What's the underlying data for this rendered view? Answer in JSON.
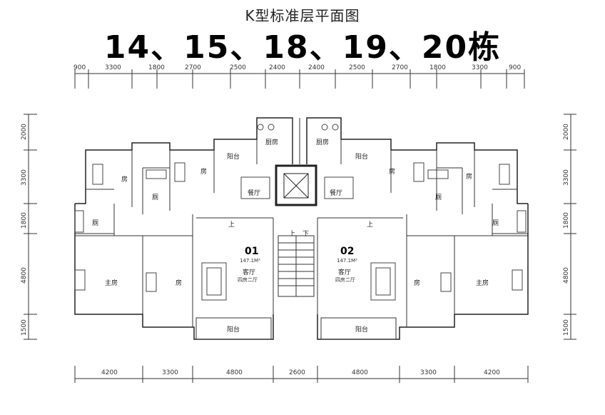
{
  "header": {
    "subtitle": "K型标准层平面图",
    "title": "14、15、18、19、20栋"
  },
  "dimensions": {
    "top": [
      "900",
      "3300",
      "1800",
      "2700",
      "2500",
      "2400",
      "2400",
      "2500",
      "2700",
      "1800",
      "3300",
      "900"
    ],
    "bottom": [
      "4200",
      "3300",
      "4800",
      "2600",
      "4800",
      "3300",
      "4200"
    ],
    "left": [
      "2000",
      "3300",
      "1800",
      "4800",
      "1500"
    ],
    "right": [
      "2000",
      "3300",
      "1800",
      "4800",
      "1500"
    ]
  },
  "rooms": {
    "kitchen_left": "厨房",
    "kitchen_right": "厨房",
    "balcony_left_top": "阳台",
    "balcony_right_top": "阳台",
    "bed_left_a": "房",
    "bed_left_b": "房",
    "bath_left": "厕",
    "dining_left": "餐厅",
    "dining_right": "餐厅",
    "bed_right_a": "房",
    "bed_right_b": "房",
    "bath_right": "厕",
    "bath_left_2": "厕",
    "bath_right_2": "厕",
    "master_left": "主房",
    "room_left_mid": "房",
    "room_right_mid": "房",
    "master_right": "主房",
    "living_left": "客厅",
    "living_right": "客厅",
    "balcony_left_bottom": "阳台",
    "balcony_right_bottom": "阳台",
    "up_left": "上",
    "up_right": "上",
    "stair_up": "上",
    "stair_down": "下"
  },
  "units": {
    "left": {
      "number": "01",
      "area": "147.1M²",
      "type": "四房二厅"
    },
    "right": {
      "number": "02",
      "area": "147.1M²",
      "type": "四房二厅"
    }
  }
}
